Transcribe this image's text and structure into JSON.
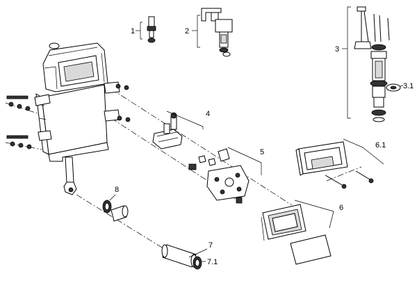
{
  "callouts": {
    "c1": "1",
    "c2": "2",
    "c3": "3",
    "c3_1": "3.1",
    "c4": "4",
    "c5": "5",
    "c6": "6",
    "c6_1": "6.1",
    "c7": "7",
    "c7_1": "7.1",
    "c8": "8"
  }
}
